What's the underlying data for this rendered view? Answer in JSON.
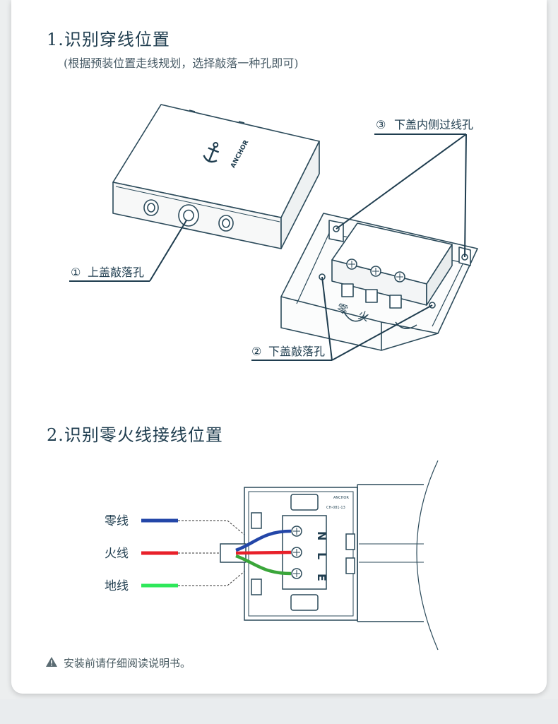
{
  "section1": {
    "title": "1.识别穿线位置",
    "subtitle": "(根据预装位置走线规划，选择敲落一种孔即可)",
    "callouts": [
      {
        "num": "①",
        "text": "上盖敲落孔"
      },
      {
        "num": "②",
        "text": "下盖敲落孔"
      },
      {
        "num": "③",
        "text": "下盖内侧过线孔"
      }
    ],
    "brand": "ANCHOR"
  },
  "section2": {
    "title": "2.识别零火线接线位置",
    "wires": [
      {
        "label": "零线",
        "color": "#2346a8"
      },
      {
        "label": "火线",
        "color": "#e8202a"
      },
      {
        "label": "地线",
        "color": "#2ee85a"
      }
    ],
    "terminals": [
      "N",
      "L",
      "E"
    ]
  },
  "note": {
    "text": "安装前请仔细阅读说明书。",
    "icon": "warning-icon"
  }
}
